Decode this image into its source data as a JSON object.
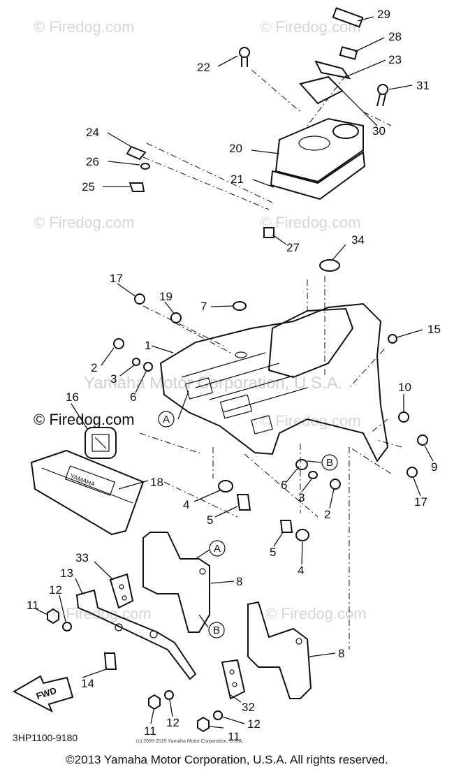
{
  "watermark": "© Firedog.com",
  "watermark_center": "Yamaha Motor Corporation, U.S.A.",
  "callouts": [
    "29",
    "28",
    "22",
    "23",
    "31",
    "30",
    "24",
    "20",
    "26",
    "21",
    "25",
    "27",
    "34",
    "17",
    "19",
    "7",
    "15",
    "1",
    "2",
    "3",
    "6",
    "16",
    "10",
    "9",
    "17",
    "18",
    "6",
    "3",
    "2",
    "4",
    "5",
    "5",
    "4",
    "33",
    "13",
    "8",
    "12",
    "11",
    "14",
    "8",
    "11",
    "12",
    "12",
    "32",
    "11"
  ],
  "circle_labels": [
    "A",
    "B",
    "B",
    "A"
  ],
  "fwd_label": "FWD",
  "plate_text": "YAMAHA",
  "diagram_code": "3HP1100-9180",
  "small_copyright": "(c) 2009-2015 Yamaha Motor Corporation, U.S.A.",
  "footer_copyright": "©2013 Yamaha Motor Corporation, U.S.A. All rights reserved."
}
